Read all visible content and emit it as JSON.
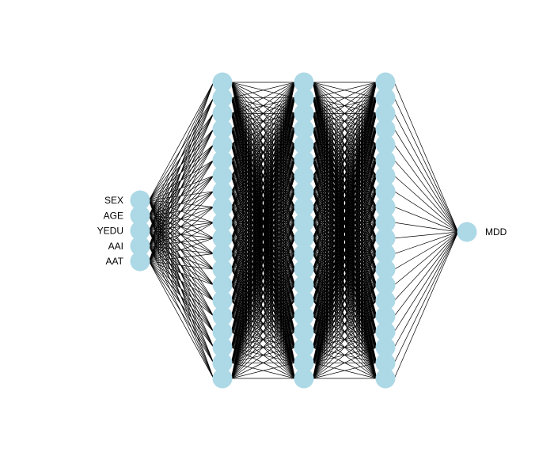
{
  "network": {
    "input_labels": [
      "SEX",
      "AGE",
      "YEDU",
      "AAI",
      "AAT"
    ],
    "output_labels": [
      "MDD"
    ],
    "layers": [
      {
        "role": "input",
        "node_count": 5
      },
      {
        "role": "hidden",
        "node_count": 20
      },
      {
        "role": "hidden",
        "node_count": 20
      },
      {
        "role": "hidden",
        "node_count": 20
      },
      {
        "role": "output",
        "node_count": 1
      }
    ],
    "node_color": "#add8e6",
    "edge_color": "#000000",
    "connectivity": "fully-connected"
  }
}
